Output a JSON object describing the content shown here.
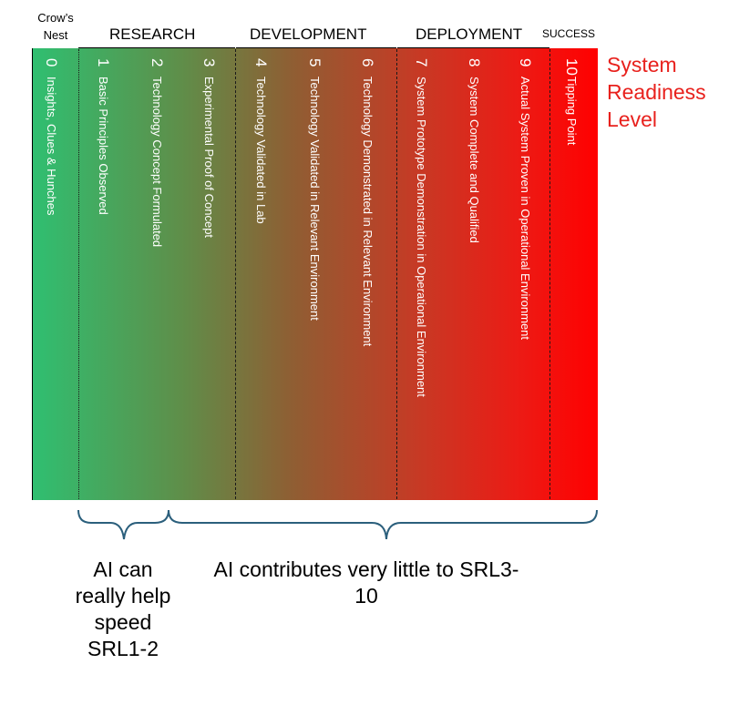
{
  "header": {
    "crows_nest": "Crow’s Nest",
    "phases": [
      {
        "label": "RESEARCH"
      },
      {
        "label": "DEVELOPMENT"
      },
      {
        "label": "DEPLOYMENT"
      },
      {
        "label": "SUCCESS"
      }
    ]
  },
  "scale_title": "System Readiness Level",
  "colors": {
    "start_green": "#2fbf71",
    "end_red": "#ff0000",
    "title_red": "#e8211d",
    "brace_blue": "#2b5f7c"
  },
  "levels": [
    {
      "number": "0",
      "text": "Insights, Clues & Hunches"
    },
    {
      "number": "1",
      "text": "Basic Principles Observed"
    },
    {
      "number": "2",
      "text": "Technology Concept Formulated"
    },
    {
      "number": "3",
      "text": "Experimental Proof of Concept"
    },
    {
      "number": "4",
      "text": "Technology Validated in Lab"
    },
    {
      "number": "5",
      "text": "Technology Validated in Relevant Environment"
    },
    {
      "number": "6",
      "text": "Technology Demonstrated in Relevant Environment"
    },
    {
      "number": "7",
      "text": "System Prototype Demonstration in Operational Environment"
    },
    {
      "number": "8",
      "text": "System Complete and Qualified"
    },
    {
      "number": "9",
      "text": "Actual System Proven in Operational Environment"
    },
    {
      "number": "10",
      "text": "Tipping Point"
    }
  ],
  "captions": {
    "left": "AI can really help speed SRL1-2",
    "right": "AI contributes very little to SRL3-10"
  }
}
